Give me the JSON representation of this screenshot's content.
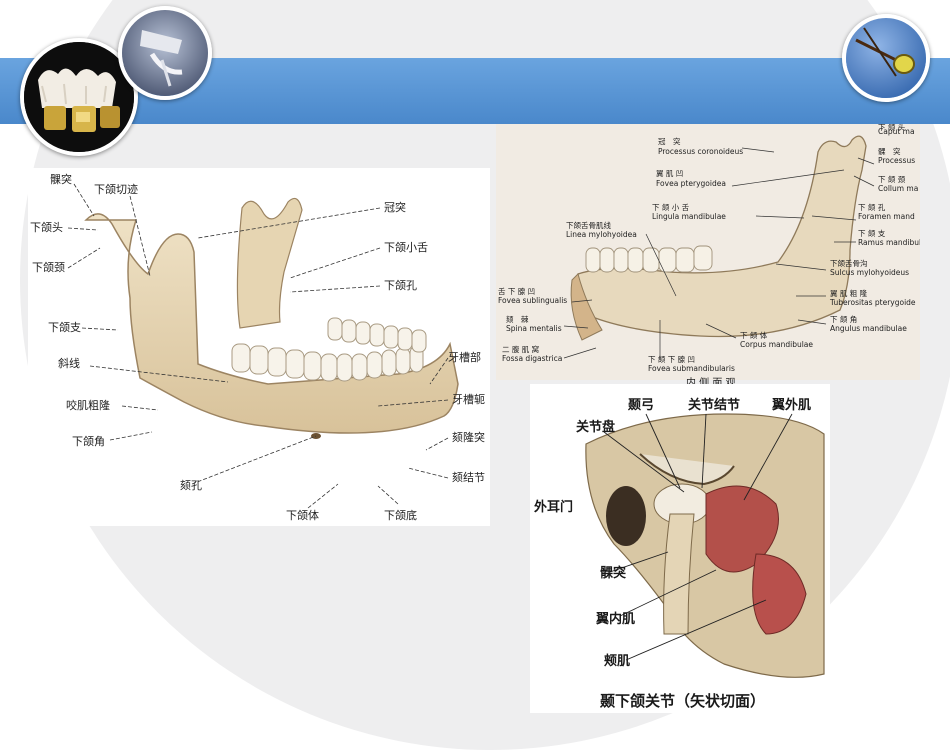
{
  "left_figure": {
    "labels": {
      "condylar_process": "髁突",
      "mandibular_notch": "下颌切迹",
      "mandible_head": "下颌头",
      "mandible_neck": "下颌颈",
      "ramus": "下颌支",
      "oblique_line": "斜线",
      "masseteric_tuberosity": "咬肌粗隆",
      "mandible_angle": "下颌角",
      "mental_foramen": "颏孔",
      "mandible_body": "下颌体",
      "mandible_base": "下颌底",
      "coronoid_process": "冠突",
      "lingula": "下颌小舌",
      "mandibular_foramen": "下颌孔",
      "alveolar_part": "牙槽部",
      "alveolar_arch": "牙槽轭",
      "mental_protuberance": "颏隆突",
      "mental_tubercle": "颏结节"
    }
  },
  "right_top_figure": {
    "labels": {
      "coronoid_cn": "冠　突",
      "coronoid_en": "Processus coronoideus",
      "pterygoid_fovea_cn": "翼 肌 凹",
      "pterygoid_fovea_en": "Fovea pterygoidea",
      "lingula_cn": "下 颌 小 舌",
      "lingula_en": "Lingula mandibulae",
      "mylohyoid_line_cn": "下颌舌骨肌线",
      "mylohyoid_line_en": "Linea mylohyoidea",
      "sublingual_fovea_cn": "舌 下 腺 凹",
      "sublingual_fovea_en": "Fovea sublingualis",
      "mental_spine_cn": "颏　棘",
      "mental_spine_en": "Spina mentalis",
      "digastric_fossa_cn": "二 腹 肌 窝",
      "digastric_fossa_en": "Fossa digastrica",
      "submandibular_fovea_cn": "下 颌 下 腺 凹",
      "submandibular_fovea_en": "Fovea submandibularis",
      "corpus_cn": "下 颌 体",
      "corpus_en": "Corpus mandibulae",
      "caput_cn": "下 颌 头",
      "caput_en": "Caput ma",
      "processus_cn": "髁　突",
      "processus_en": "Processus",
      "collum_cn": "下 颌 颈",
      "collum_en": "Collum ma",
      "foramen_cn": "下 颌 孔",
      "foramen_en": "Foramen mand",
      "ramus_cn": "下 颌 支",
      "ramus_en": "Ramus mandibul",
      "mylohyoid_sulcus_cn": "下颌舌骨沟",
      "mylohyoid_sulcus_en": "Sulcus mylohyoideus",
      "pterygoid_tuberosity_cn": "翼 肌 粗 隆",
      "pterygoid_tuberosity_en": "Tuberositas pterygoide",
      "angle_cn": "下 颌 角",
      "angle_en": "Angulus mandibulae",
      "caption": "内 侧 面 观"
    }
  },
  "right_bottom_figure": {
    "labels": {
      "articular_tubercle": "颞弓",
      "joint_capsule": "关节结节",
      "lateral_pterygoid": "翼外肌",
      "articular_disc": "关节盘",
      "external_ear": "外耳门",
      "styloid": "髁突",
      "medial_pterygoid": "翼内肌",
      "masseter": "颊肌"
    },
    "caption": "颞下颌关节（矢状切面）"
  }
}
